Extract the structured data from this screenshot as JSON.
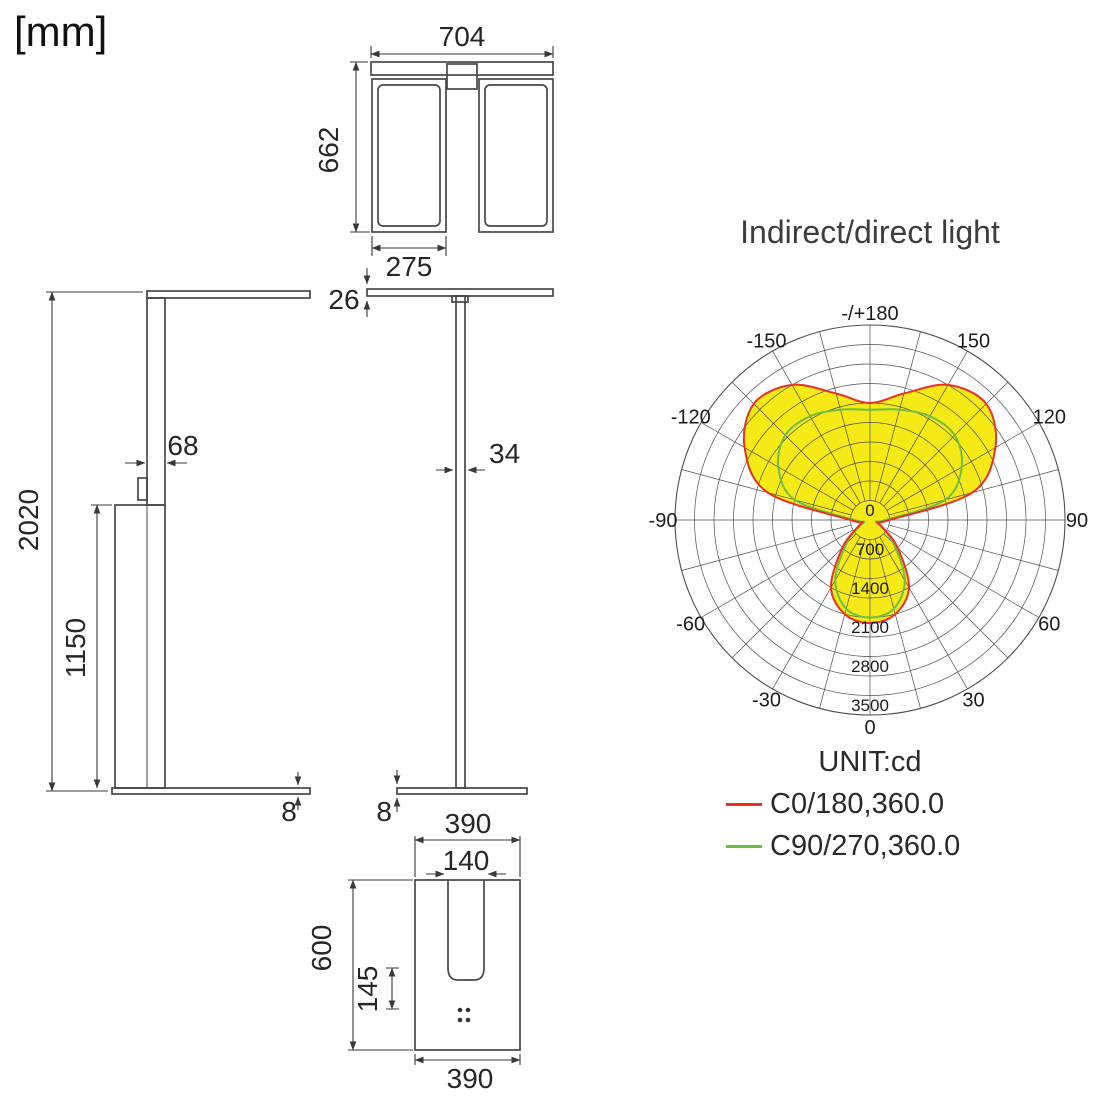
{
  "page": {
    "unit_note": "[mm]"
  },
  "dimensions": {
    "top_view_width": "704",
    "top_view_height": "662",
    "panel_width": "275",
    "head_thickness": "26",
    "pole_depth": "68",
    "pole_width": "34",
    "total_height": "2020",
    "column_height": "1150",
    "base_thickness_side": "8",
    "base_thickness_front": "8",
    "base_plate_width_top": "390",
    "slot_width": "140",
    "base_plate_length": "600",
    "slot_depth": "145",
    "base_plate_width_bottom": "390"
  },
  "chart_data": {
    "type": "polar",
    "title": "Indirect/direct light",
    "unit_label": "UNIT:cd",
    "fill_color": "#f5ea15",
    "radial_axis": {
      "min": 0,
      "max": 3500,
      "ring_step": 350,
      "label_step": 700,
      "labels": [
        "0",
        "700",
        "1400",
        "2100",
        "2800",
        "3500"
      ]
    },
    "angle_labels": [
      {
        "angle": 0,
        "text": "0"
      },
      {
        "angle": 30,
        "text": "30"
      },
      {
        "angle": 60,
        "text": "60"
      },
      {
        "angle": 90,
        "text": "90"
      },
      {
        "angle": 120,
        "text": "120"
      },
      {
        "angle": 150,
        "text": "150"
      },
      {
        "angle": 180,
        "text": "-/+180"
      },
      {
        "angle": -30,
        "text": "-30"
      },
      {
        "angle": -60,
        "text": "-60"
      },
      {
        "angle": -90,
        "text": "-90"
      },
      {
        "angle": -120,
        "text": "-120"
      },
      {
        "angle": -150,
        "text": "-150"
      }
    ],
    "series": [
      {
        "name": "C0/180,360.0",
        "color": "#e63229",
        "gamma_step": 15,
        "gamma_max": 180,
        "symmetric": true,
        "cd": [
          1850,
          1750,
          1400,
          700,
          260,
          140,
          350,
          1900,
          2600,
          2950,
          2800,
          2350,
          2100
        ]
      },
      {
        "name": "C90/270,360.0",
        "color": "#6fbf44",
        "gamma_step": 15,
        "gamma_max": 180,
        "symmetric": true,
        "cd": [
          1750,
          1650,
          1250,
          600,
          220,
          110,
          280,
          1400,
          1900,
          2150,
          2150,
          2050,
          1980
        ]
      }
    ],
    "legend": [
      {
        "label": "C0/180,360.0",
        "color": "#e63229"
      },
      {
        "label": "C90/270,360.0",
        "color": "#6fbf44"
      }
    ]
  }
}
